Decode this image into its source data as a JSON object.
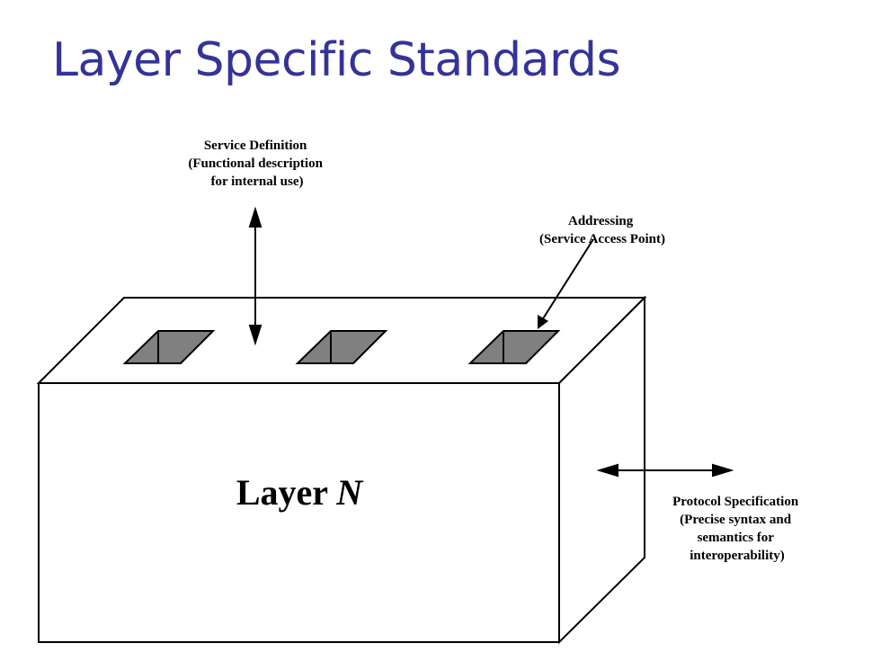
{
  "slide": {
    "title": "Layer Specific Standards"
  },
  "diagram": {
    "layer_label": {
      "prefix": "Layer ",
      "variable": "N"
    },
    "service_definition": {
      "lines": [
        "Service Definition",
        "(Functional description",
        "for internal use)"
      ]
    },
    "addressing": {
      "lines": [
        "Addressing",
        "(Service Access Point)"
      ]
    },
    "protocol_specification": {
      "lines": [
        "Protocol Specification",
        "(Precise syntax and",
        "semantics for",
        "interoperability)"
      ]
    },
    "colors": {
      "title": "#333399",
      "stroke": "#000000",
      "sap_fill": "#808080"
    }
  }
}
